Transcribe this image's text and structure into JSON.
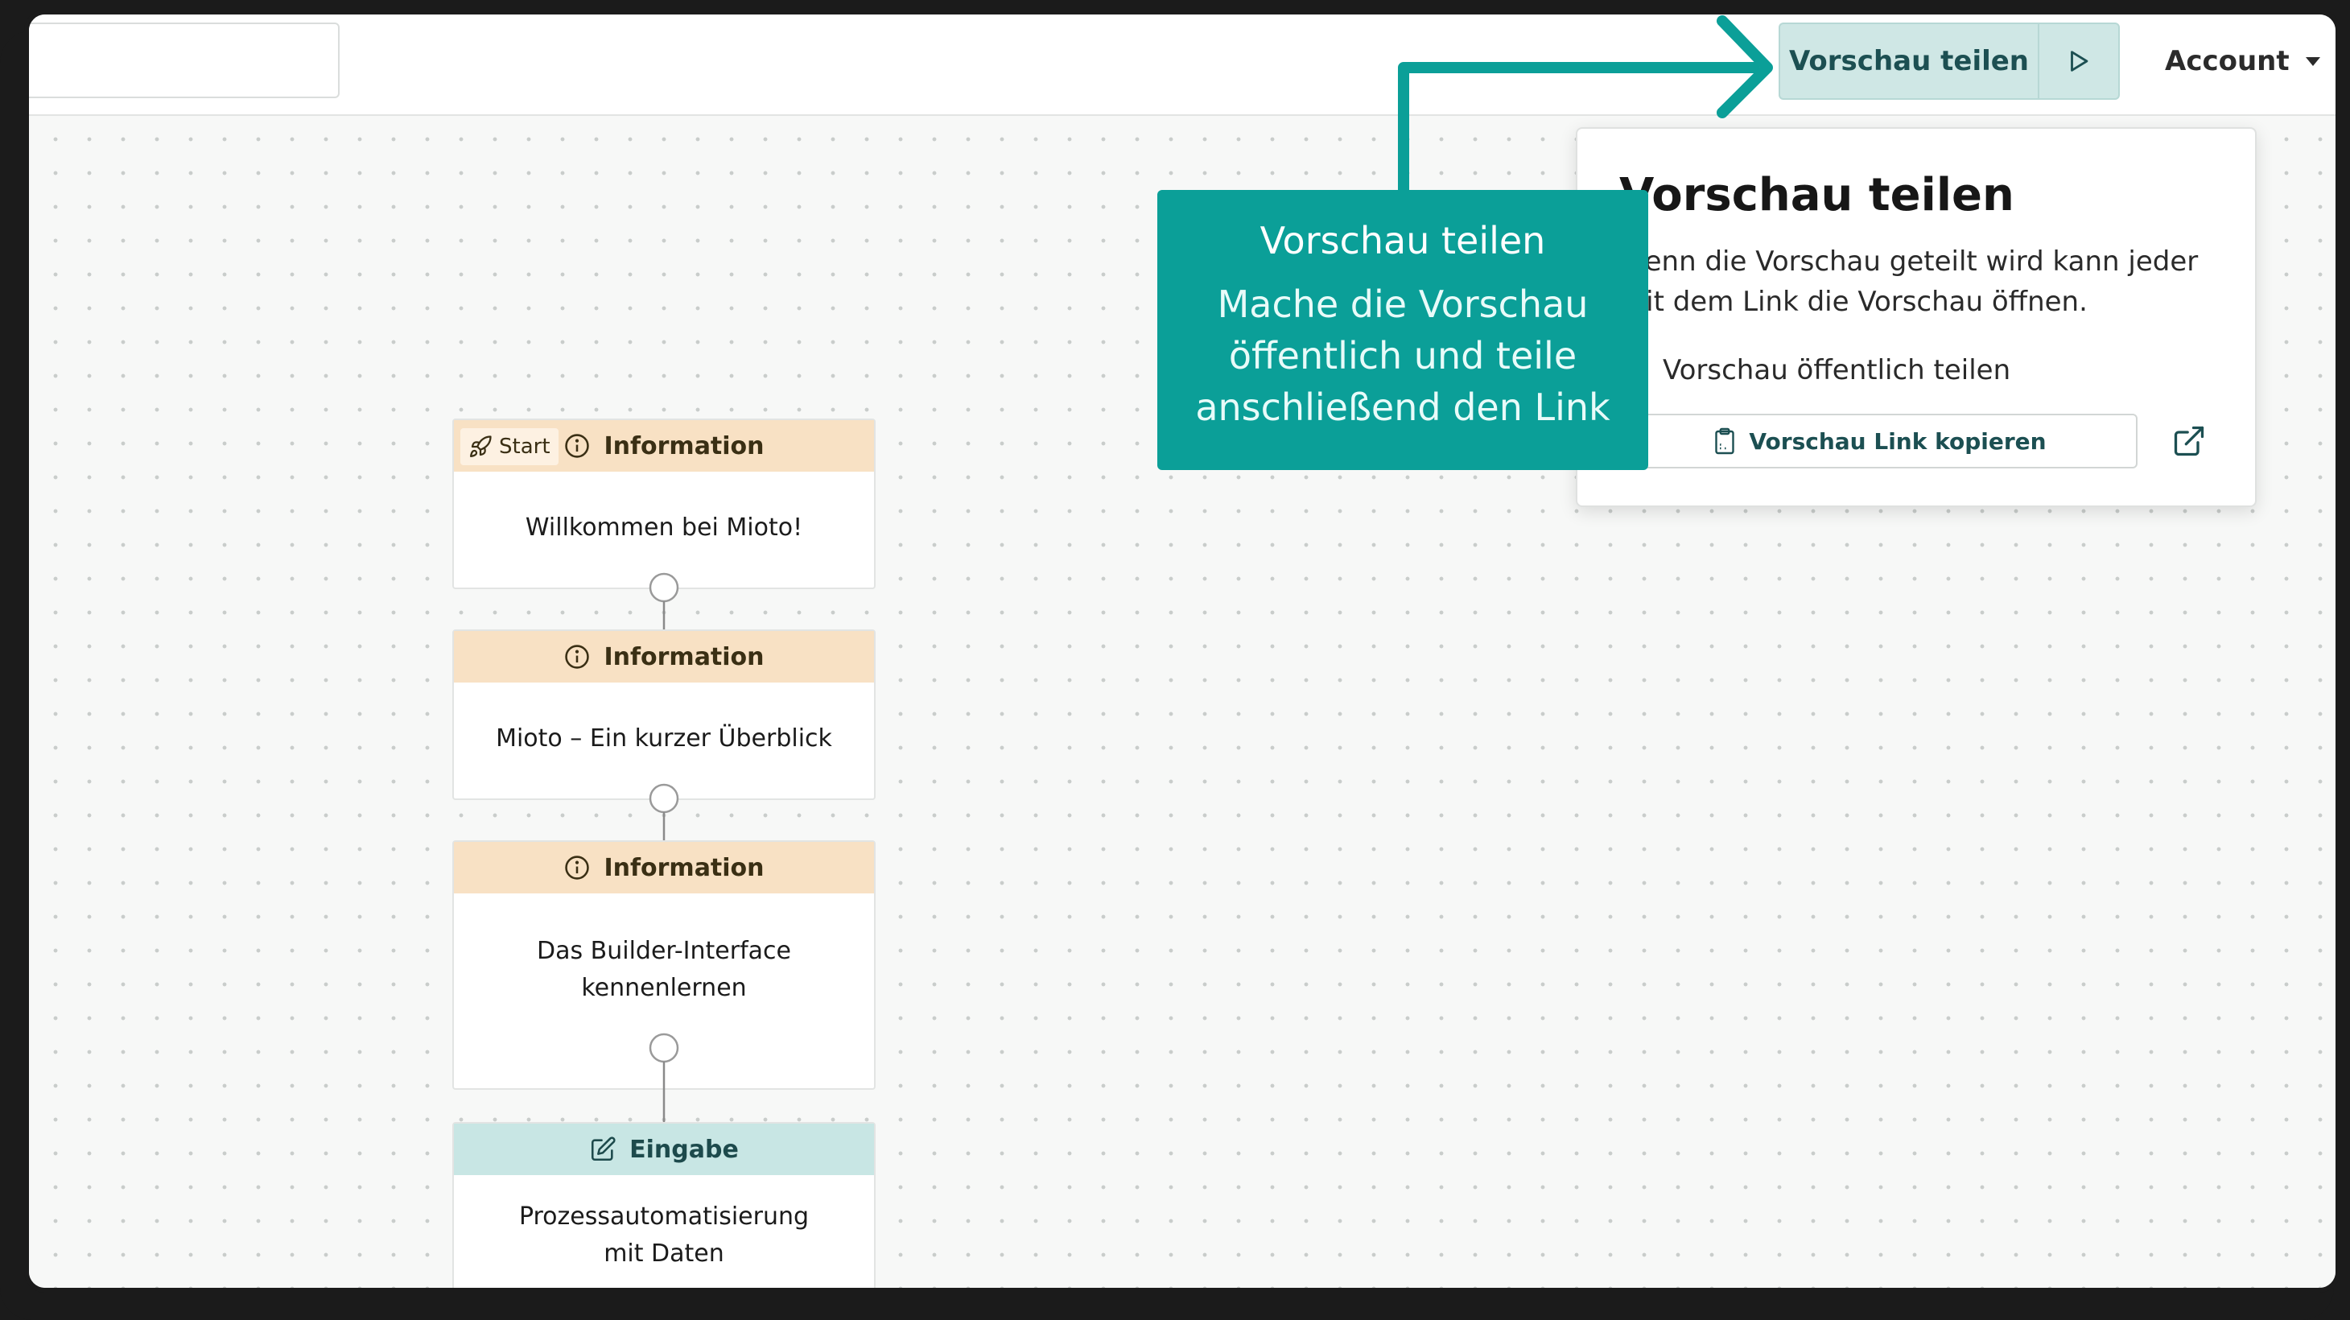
{
  "topbar": {
    "share_label": "Vorschau teilen",
    "account_label": "Account"
  },
  "popover": {
    "title": "Vorschau teilen",
    "description": "Wenn die Vorschau geteilt wird kann jeder mit dem Link die Vorschau öffnen.",
    "public_toggle_label": "Vorschau öffentlich teilen",
    "copy_link_label": "Vorschau Link kopieren"
  },
  "callout": {
    "title": "Vorschau teilen",
    "body": "Mache die Vorschau öffentlich und teile anschließend den Link"
  },
  "flow": {
    "start_label": "Start",
    "nodes": [
      {
        "type_label": "Information",
        "title": "Willkommen bei Mioto!"
      },
      {
        "type_label": "Information",
        "title": "Mioto – Ein kurzer Überblick"
      },
      {
        "type_label": "Information",
        "title": "Das Builder-Interface kennenlernen"
      },
      {
        "type_label": "Eingabe",
        "title": "Prozessautomatisierung mit Daten"
      }
    ]
  },
  "colors": {
    "accent": "#0b9f98",
    "info_header": "#f8e1c4",
    "input_header": "#c8e6e4",
    "share_button": "#cfe7e5"
  },
  "icons": [
    "play-icon",
    "caret-down-icon",
    "clipboard-icon",
    "external-link-icon",
    "rocket-icon",
    "info-icon",
    "edit-icon",
    "arrow-icon"
  ]
}
